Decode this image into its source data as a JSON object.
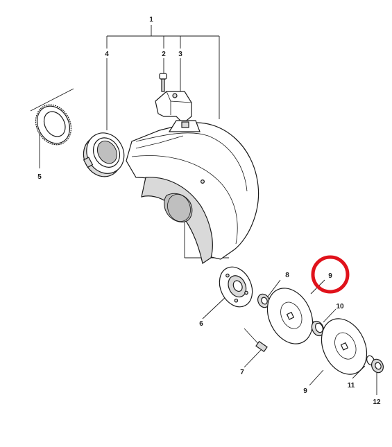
{
  "callouts": {
    "c1": "1",
    "c2": "2",
    "c3": "3",
    "c4": "4",
    "c5": "5",
    "c6": "6",
    "c7": "7",
    "c8": "8",
    "c9_top": "9",
    "c9_bottom": "9",
    "c10": "10",
    "c11": "11",
    "c12": "12"
  },
  "highlight": {
    "part": "9",
    "color": "#e0121b"
  },
  "colors": {
    "line": "#1a1a1a",
    "shade": "#d9d9d9"
  }
}
